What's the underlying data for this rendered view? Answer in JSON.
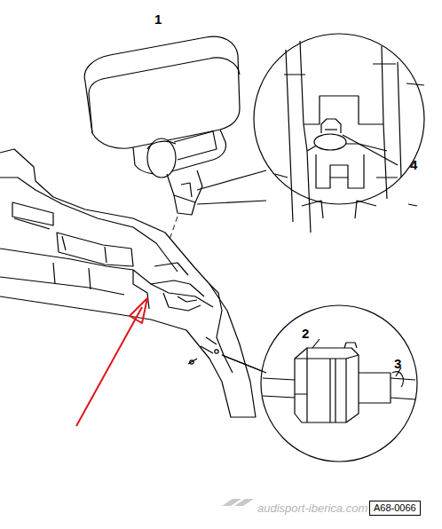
{
  "diagram": {
    "nodes": [
      {
        "text": [
          "A68-0066"
        ]
      }
    ],
    "labels": [
      "1",
      "4",
      "2",
      "3",
      "audisport-iberica.com"
    ]
  }
}
